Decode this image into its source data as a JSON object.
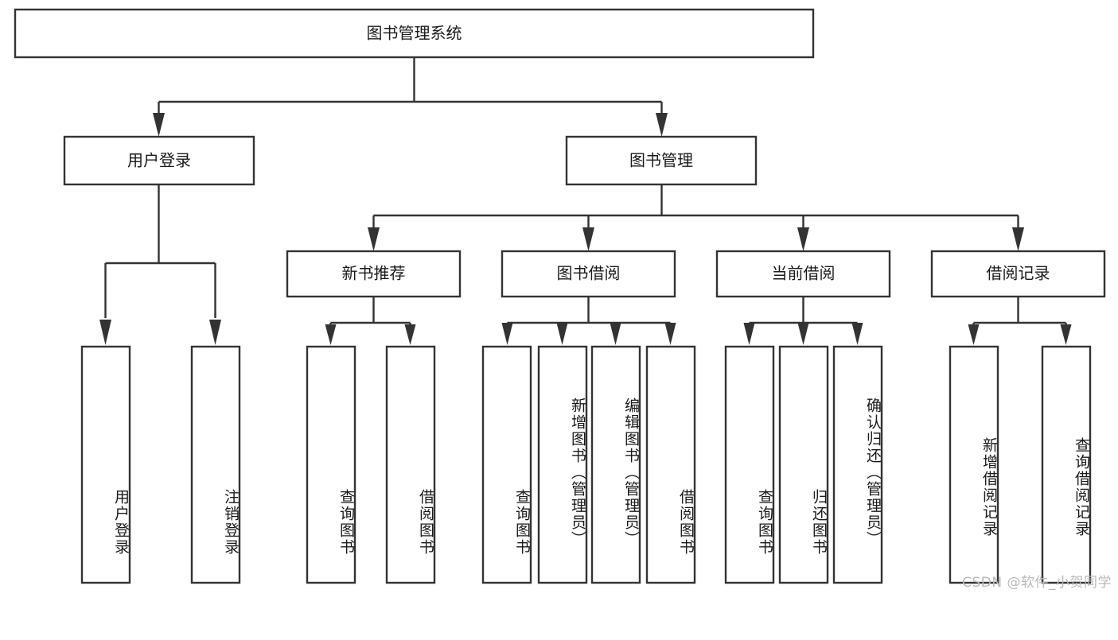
{
  "diagram": {
    "type": "hierarchy-tree",
    "title": "图书管理系统",
    "root": {
      "label": "图书管理系统",
      "id": "root"
    },
    "level2": [
      {
        "id": "user-login",
        "label": "用户登录"
      },
      {
        "id": "book-manage",
        "label": "图书管理"
      }
    ],
    "level3": [
      {
        "id": "new-book-recommend",
        "label": "新书推荐",
        "parent": "book-manage"
      },
      {
        "id": "book-borrow",
        "label": "图书借阅",
        "parent": "book-manage"
      },
      {
        "id": "current-borrow",
        "label": "当前借阅",
        "parent": "book-manage"
      },
      {
        "id": "borrow-record",
        "label": "借阅记录",
        "parent": "book-manage"
      }
    ],
    "leaves": [
      {
        "id": "leaf-user-login",
        "label": "用户登录",
        "parent": "user-login"
      },
      {
        "id": "leaf-user-logout",
        "label": "注销登录",
        "parent": "user-login"
      },
      {
        "id": "leaf-query-book-1",
        "label": "查询图书",
        "parent": "new-book-recommend"
      },
      {
        "id": "leaf-borrow-book-1",
        "label": "借阅图书",
        "parent": "new-book-recommend"
      },
      {
        "id": "leaf-query-book-2",
        "label": "查询图书",
        "parent": "book-borrow"
      },
      {
        "id": "leaf-add-book",
        "label": "新增图书（管理员）",
        "parent": "book-borrow"
      },
      {
        "id": "leaf-edit-book",
        "label": "编辑图书（管理员）",
        "parent": "book-borrow"
      },
      {
        "id": "leaf-borrow-book-2",
        "label": "借阅图书",
        "parent": "book-borrow"
      },
      {
        "id": "leaf-query-book-3",
        "label": "查询图书",
        "parent": "current-borrow"
      },
      {
        "id": "leaf-return-book",
        "label": "归还图书",
        "parent": "current-borrow"
      },
      {
        "id": "leaf-confirm-return",
        "label": "确认归还（管理员）",
        "parent": "current-borrow"
      },
      {
        "id": "leaf-add-record",
        "label": "新增借阅记录",
        "parent": "borrow-record"
      },
      {
        "id": "leaf-query-record",
        "label": "查询借阅记录",
        "parent": "borrow-record"
      }
    ],
    "colors": {
      "stroke": "#333333",
      "box_fill": "#ffffff",
      "text": "#1a1a1a",
      "background": "#ffffff",
      "watermark": "#b9b9b9"
    }
  },
  "watermark": {
    "text": "CSDN @软件_小贺同学"
  }
}
